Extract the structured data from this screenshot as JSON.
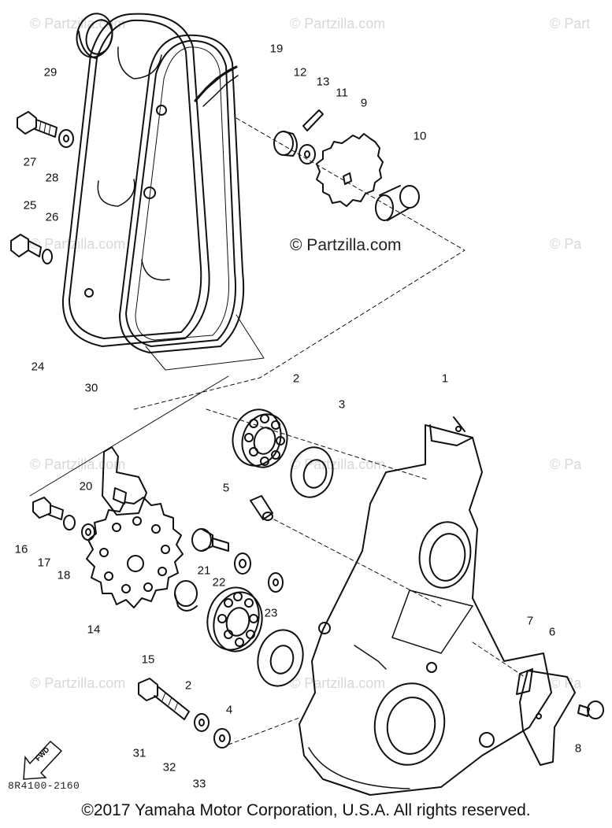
{
  "watermarks": {
    "text": "© Partzilla.com",
    "text_clipped": "© Pa",
    "text_clipped_long": "© Part",
    "text_left": "© Partzilla.com"
  },
  "site_credit": "© Partzilla.com",
  "diagram_code": "8R4100-2160",
  "fwd_label": "FWD",
  "copyright": "©2017 Yamaha Motor Corporation, U.S.A. All rights reserved.",
  "callouts": {
    "c1": "1",
    "c2a": "2",
    "c2b": "2",
    "c3": "3",
    "c4": "4",
    "c5": "5",
    "c6": "6",
    "c7": "7",
    "c8": "8",
    "c9": "9",
    "c10": "10",
    "c11": "11",
    "c12": "12",
    "c13": "13",
    "c14": "14",
    "c15": "15",
    "c16": "16",
    "c17": "17",
    "c18": "18",
    "c19": "19",
    "c20": "20",
    "c21": "21",
    "c22": "22",
    "c23": "23",
    "c24": "24",
    "c25": "25",
    "c26": "26",
    "c27": "27",
    "c28": "28",
    "c29": "29",
    "c30": "30",
    "c31": "31",
    "c32": "32",
    "c33": "33"
  }
}
